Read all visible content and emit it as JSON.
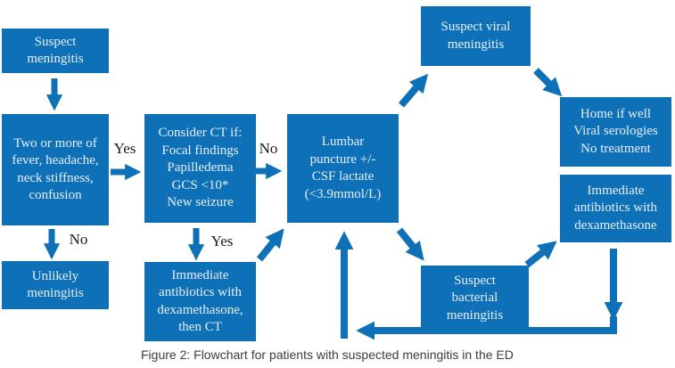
{
  "figure": {
    "caption": "Figure 2: Flowchart for patients with suspected meningitis in the ED"
  },
  "colors": {
    "node_fill": "#0e71b8",
    "node_text": "#e8eef7",
    "label_text": "#1b1b1b",
    "caption_text": "#3c3c3c"
  },
  "nodes": {
    "suspect": {
      "text": "Suspect\nmeningitis"
    },
    "criteria": {
      "text": "Two or more of\nfever, headache,\nneck stiffness,\nconfusion"
    },
    "unlikely": {
      "text": "Unlikely\nmeningitis"
    },
    "ct_criteria": {
      "text": "Consider CT if:\nFocal findings\nPapilledema\nGCS <10*\nNew seizure"
    },
    "immediate_abx_ct": {
      "text": "Immediate\nantibiotics with\ndexamethasone,\nthen CT"
    },
    "lumbar_puncture": {
      "text": "Lumbar\npuncture +/-\nCSF lactate\n(<3.9mmol/L)"
    },
    "viral": {
      "text": "Suspect viral\nmeningitis"
    },
    "home": {
      "text": "Home if well\nViral serologies\nNo treatment"
    },
    "immediate_abx": {
      "text": "Immediate\nantibiotics with\ndexamethasone"
    },
    "bacterial": {
      "text": "Suspect\nbacterial\nmeningitis"
    }
  },
  "edges": [
    {
      "from": "suspect",
      "to": "criteria",
      "label": ""
    },
    {
      "from": "criteria",
      "to": "ct_criteria",
      "label": "Yes"
    },
    {
      "from": "criteria",
      "to": "unlikely",
      "label": "No"
    },
    {
      "from": "ct_criteria",
      "to": "lumbar_puncture",
      "label": "No"
    },
    {
      "from": "ct_criteria",
      "to": "immediate_abx_ct",
      "label": "Yes"
    },
    {
      "from": "immediate_abx_ct",
      "to": "lumbar_puncture",
      "label": ""
    },
    {
      "from": "lumbar_puncture",
      "to": "viral",
      "label": ""
    },
    {
      "from": "viral",
      "to": "home",
      "label": ""
    },
    {
      "from": "lumbar_puncture",
      "to": "bacterial",
      "label": ""
    },
    {
      "from": "bacterial",
      "to": "immediate_abx",
      "label": ""
    },
    {
      "from": "immediate_abx",
      "to": "lumbar_puncture",
      "label": ""
    }
  ]
}
